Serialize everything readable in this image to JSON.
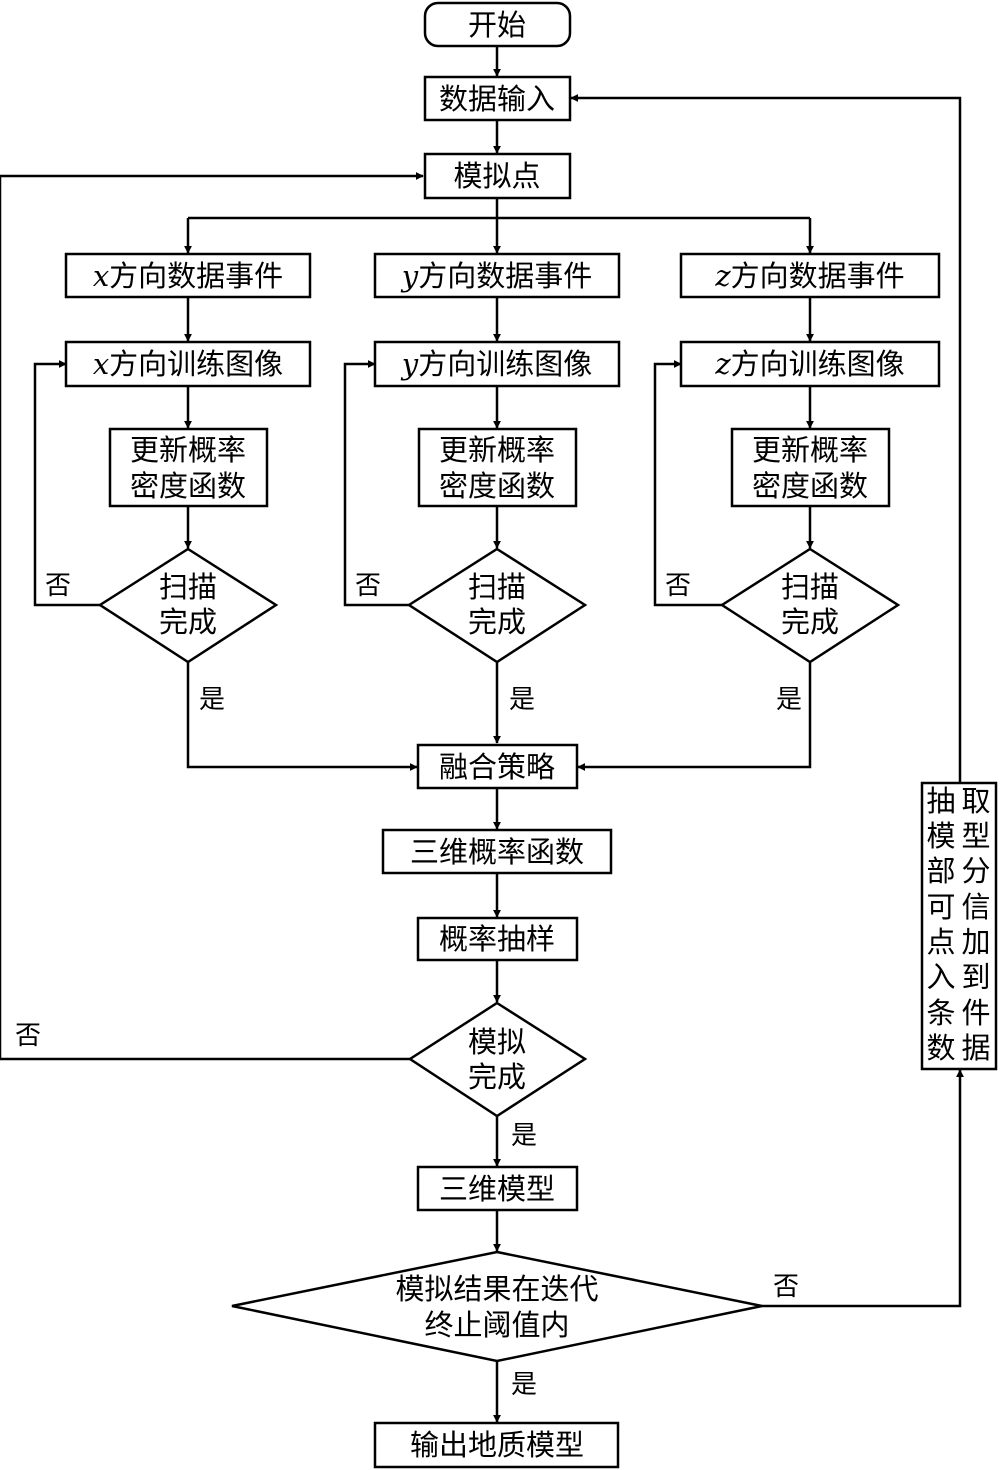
{
  "nodes": {
    "start": "开始",
    "input": "数据输入",
    "simpoint": "模拟点",
    "x_event_var": "x",
    "x_event_rest": "方向数据事件",
    "y_event_var": "y",
    "y_event_rest": "方向数据事件",
    "z_event_var": "z",
    "z_event_rest": "方向数据事件",
    "x_train_var": "x",
    "x_train_rest": "方向训练图像",
    "y_train_var": "y",
    "y_train_rest": "方向训练图像",
    "z_train_var": "z",
    "z_train_rest": "方向训练图像",
    "update_line1": "更新概率",
    "update_line2": "密度函数",
    "scan_line1": "扫描",
    "scan_line2": "完成",
    "fusion": "融合策略",
    "prob3d": "三维概率函数",
    "sampling": "概率抽样",
    "sim_done_line1": "模拟",
    "sim_done_line2": "完成",
    "model3d": "三维模型",
    "converge_line1": "模拟结果在迭代",
    "converge_line2": "终止阈值内",
    "output": "输出地质模型",
    "side_col1": [
      "取",
      "型",
      "分",
      "信",
      "加",
      "到",
      "件",
      "据"
    ],
    "side_col2": [
      "抽",
      "模",
      "部",
      "可",
      "点",
      "入",
      "条",
      "数"
    ]
  },
  "labels": {
    "yes": "是",
    "no": "否"
  }
}
